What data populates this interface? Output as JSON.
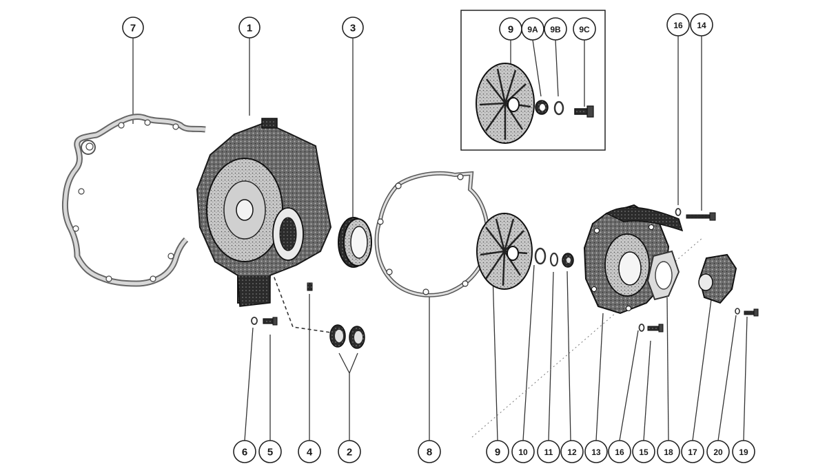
{
  "callouts": {
    "c7": "7",
    "c1": "1",
    "c3": "3",
    "c9i": "9",
    "c9a": "9A",
    "c9b": "9B",
    "c9c": "9C",
    "c16t": "16",
    "c14": "14",
    "c6": "6",
    "c5": "5",
    "c4": "4",
    "c2": "2",
    "c8": "8",
    "c9": "9",
    "c10": "10",
    "c11": "11",
    "c12": "12",
    "c13": "13",
    "c16": "16",
    "c15": "15",
    "c18": "18",
    "c17": "17",
    "c20": "20",
    "c19": "19"
  }
}
